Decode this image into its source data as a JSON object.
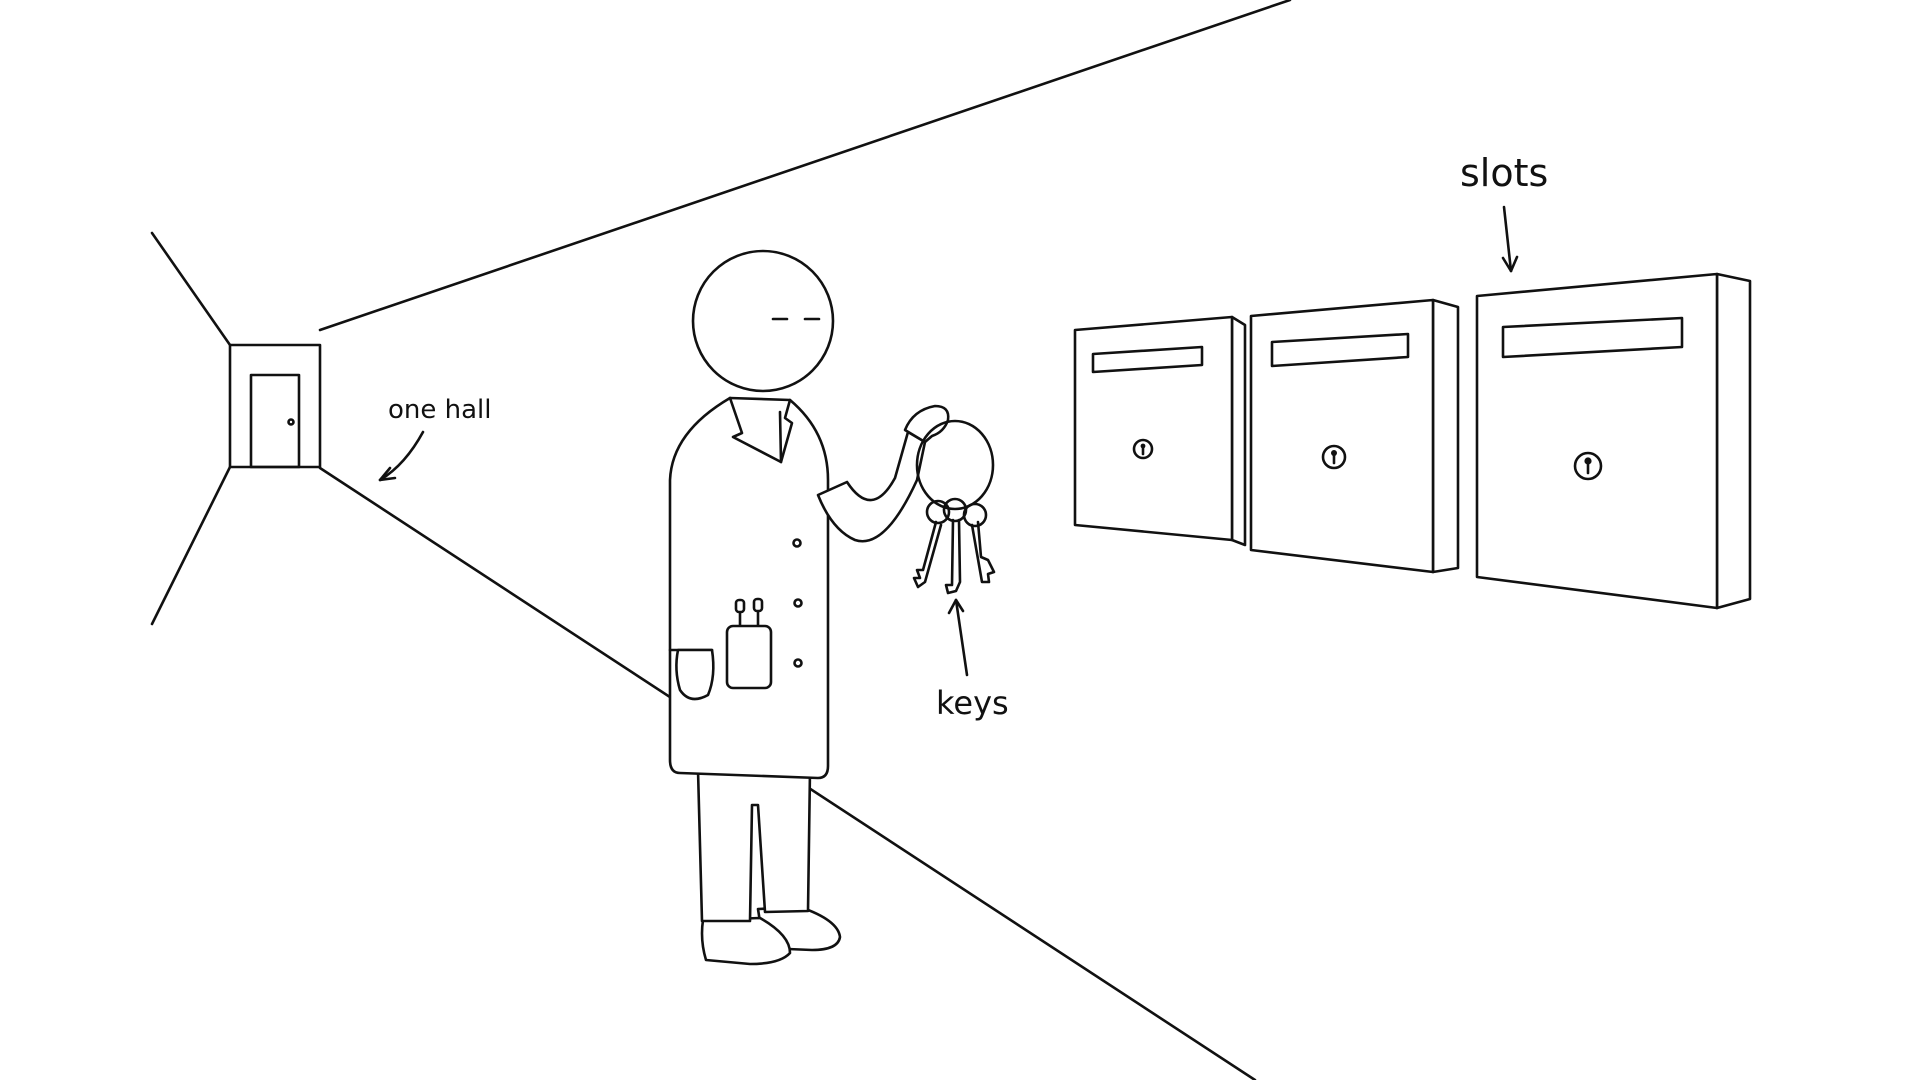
{
  "labels": {
    "hall": "one hall",
    "keys": "keys",
    "slots": "slots"
  },
  "colors": {
    "ink": "#111111",
    "background": "#ffffff"
  }
}
